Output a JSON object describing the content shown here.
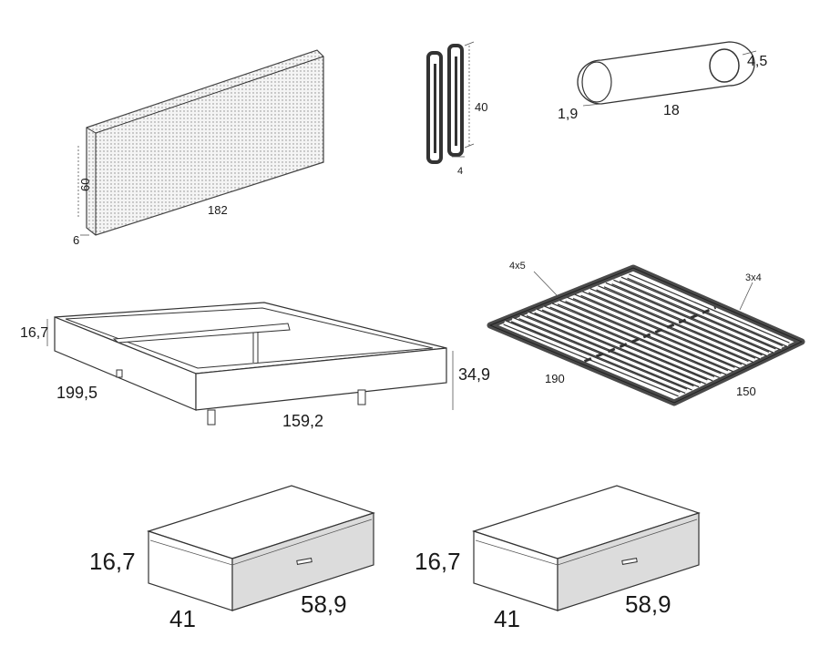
{
  "colors": {
    "line": "#333333",
    "dotted_panel": "#d9d9d9",
    "drawer_front": "#dcdcdc",
    "frame_dark": "#4a4a4a",
    "slat": "#ffffff"
  },
  "headboard": {
    "length": "182",
    "height": "60",
    "thickness": "6"
  },
  "clips": {
    "height": "40",
    "width": "4"
  },
  "handle": {
    "length": "18",
    "height": "1,9",
    "diameter": "4,5"
  },
  "bed_frame": {
    "side_height": "16,7",
    "length": "199,5",
    "width": "159,2",
    "total_height": "34,9"
  },
  "slat_base": {
    "rail": "4x5",
    "slat": "3x4",
    "length": "190",
    "width": "150"
  },
  "drawers": [
    {
      "height": "16,7",
      "depth": "41",
      "width": "58,9"
    },
    {
      "height": "16,7",
      "depth": "41",
      "width": "58,9"
    }
  ]
}
